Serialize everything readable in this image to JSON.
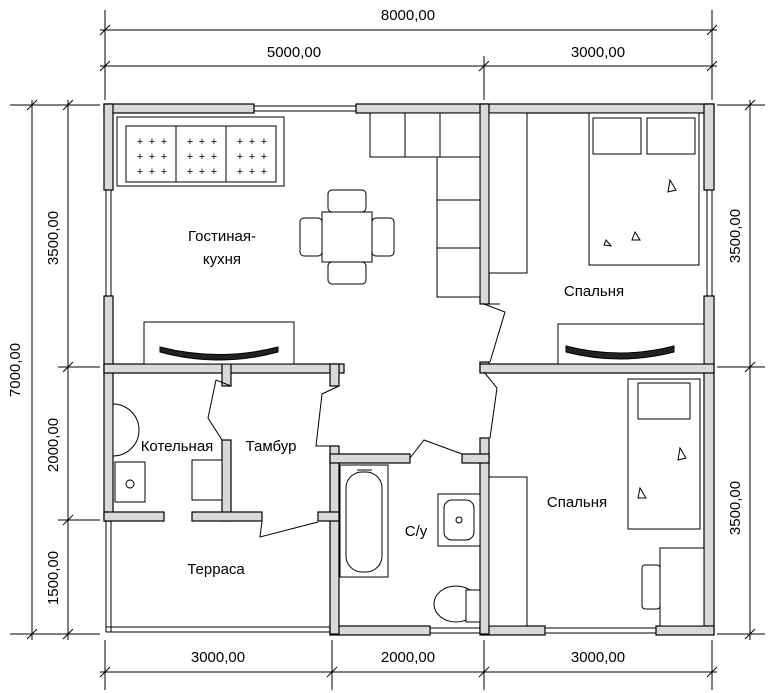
{
  "dimensions": {
    "top_total": "8000,00",
    "top_left": "5000,00",
    "top_right": "3000,00",
    "left_total": "7000,00",
    "left_upper": "3500,00",
    "left_middle": "2000,00",
    "left_lower": "1500,00",
    "right_upper": "3500,00",
    "right_lower": "3500,00",
    "bottom_left": "3000,00",
    "bottom_middle": "2000,00",
    "bottom_right": "3000,00"
  },
  "rooms": {
    "living_kitchen_line1": "Гостиная-",
    "living_kitchen_line2": "кухня",
    "bedroom_upper": "Спальня",
    "bedroom_lower": "Спальня",
    "boiler_room": "Котельная",
    "vestibule": "Тамбур",
    "bathroom": "С/у",
    "terrace": "Терраса"
  }
}
